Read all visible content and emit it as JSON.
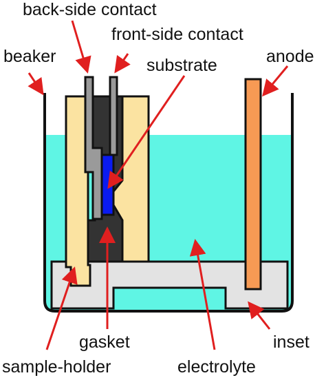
{
  "labels": {
    "back_side_contact": "back-side contact",
    "front_side_contact": "front-side contact",
    "beaker": "beaker",
    "substrate": "substrate",
    "anode": "anode",
    "gasket": "gasket",
    "inset": "inset",
    "sample_holder": "sample-holder",
    "electrolyte": "electrolyte"
  },
  "colors": {
    "electrolyte": "#5ff5e4",
    "holder": "#fbe3a1",
    "gasket": "#333333",
    "contact": "#9a9a9a",
    "substrate": "#0a1bf0",
    "anode": "#f79a54",
    "inset": "#e3e3e3",
    "outline": "#111111",
    "arrow": "#e01f1f"
  }
}
